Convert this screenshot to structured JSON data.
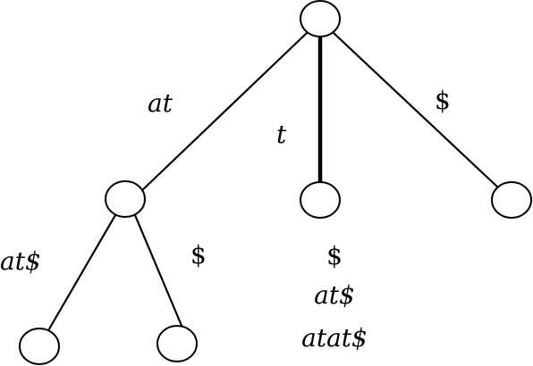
{
  "tree": {
    "edge_labels": {
      "root_left": "at",
      "root_middle": "t",
      "root_right": "$",
      "left_left": "at$",
      "left_right": "$"
    },
    "leaf_labels": {
      "middle_line1": "$",
      "middle_line2": "at$",
      "middle_line3": "atat$"
    }
  }
}
